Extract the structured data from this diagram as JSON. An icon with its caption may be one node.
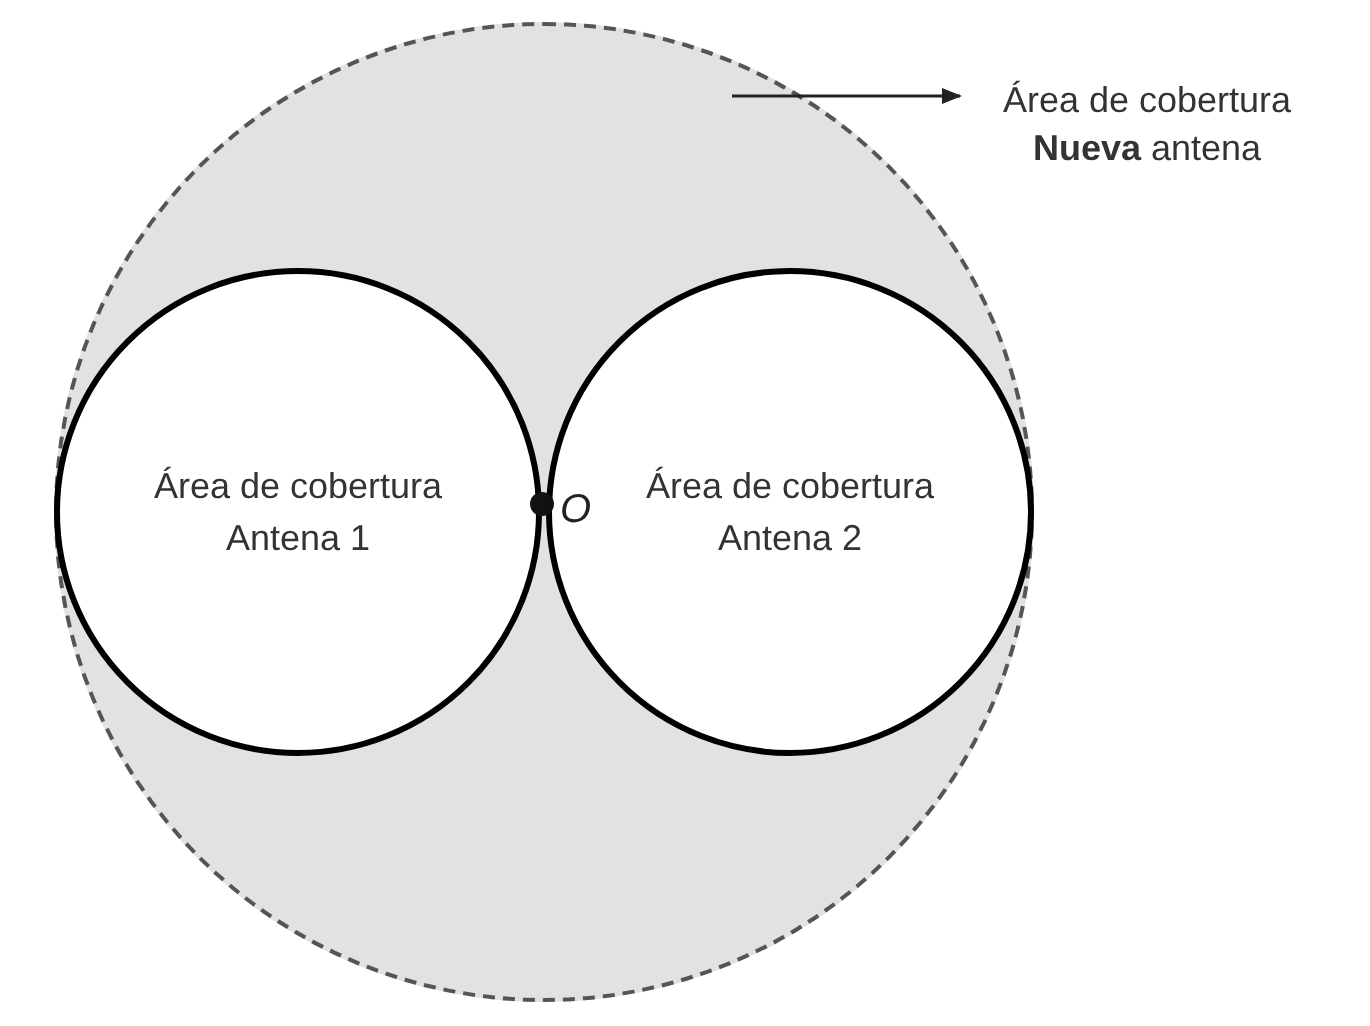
{
  "diagram": {
    "nodes": [
      {
        "text": [],
        "shape": "circle"
      },
      {
        "text": [
          "Área de cobertura Antena 1"
        ],
        "in": 0
      },
      {
        "text": [
          "Área de cobertura Antena 2"
        ],
        "in": 0
      },
      {
        "text": [
          "Área de cobertura **Nueva** antena"
        ]
      }
    ],
    "edges": [
      {
        "from": null,
        "to": 3,
        "arrow": "to"
      }
    ],
    "labels": [
      "O"
    ]
  }
}
